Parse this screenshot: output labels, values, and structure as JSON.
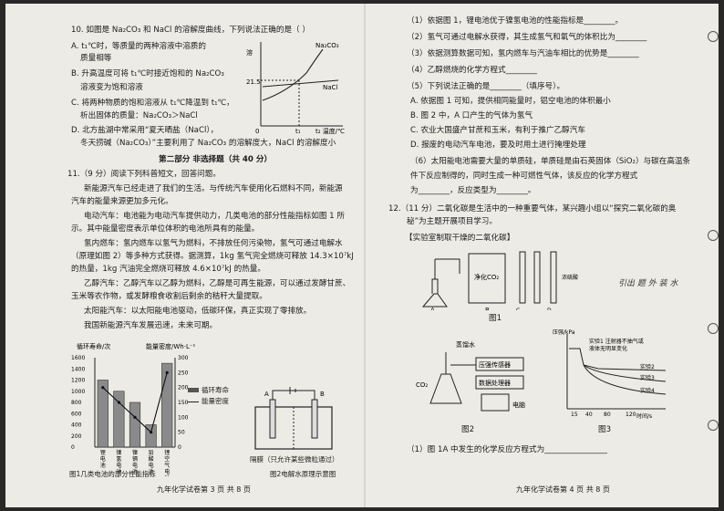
{
  "left": {
    "q10_stem": "10. 如图是 Na₂CO₃ 和 NaCl 的溶解度曲线，下列说法正确的是（   ）",
    "q10_a1": "A. t₁℃时，等质量的两种溶液中溶质的",
    "q10_a2": "质量相等",
    "q10_b1": "B. 升高温度可将 t₁℃时接近饱和的 Na₂CO₃",
    "q10_b2": "溶液变为饱和溶液",
    "q10_c1": "C. 将两种物质的饱和溶液从 t₁℃降温到 t₁℃，",
    "q10_c2": "析出固体的质量：Na₂CO₃＞NaCl",
    "q10_d1": "D. 北方盐湖中常采用“夏天晒盐（NaCl），",
    "q10_d2": "冬天捞碱（Na₂CO₃）”主要利用了 Na₂CO₃ 的溶解度大，NaCl 的溶解度小",
    "part2_title": "第二部分    非选择题（共 40 分）",
    "q11_stem": "11.（9 分）阅读下列科普短文，回答问题。",
    "p1": "新能源汽车已经走进了我们的生活。与传统汽车使用化石燃料不同，新能源",
    "p1b": "汽车的能量来源更加多元化。",
    "p2": "电动汽车：电池能为电动汽车提供动力，几类电池的部分性能指标如图 1 所",
    "p2b": "示。其中能量密度表示单位体积的电池所具有的能量。",
    "p3": "氢内燃车：氢内燃车以氢气为燃料，不排放任何污染物，氢气可通过电解水",
    "p3b": "（原理如图 2）等多种方式获得。据测算，1kg 氢气完全燃烧可释放 14.3×10⁷kJ",
    "p3c": "的热量，1kg 汽油完全燃烧可释放 4.6×10⁷kJ 的热量。",
    "p4": "乙醇汽车：乙醇汽车以乙醇为燃料，乙醇是可再生能源，可以通过发酵甘蔗、",
    "p4b": "玉米等农作物，或发酵粮食收割后剩余的秸秆大量提取。",
    "p5": "太阳能汽车：以太阳能电池驱动，低碳环保，真正实现了零排放。",
    "p6": "我国新能源汽车发展迅速，未来可期。",
    "fig1_ylabel_left": "循环寿命/次",
    "fig1_ylabel_right": "能量密度/Wh·L⁻¹",
    "fig1_legend_a": "循环寿命",
    "fig1_legend_b": "能量密度",
    "fig1_caption": "图1几类电池的部分性能指标",
    "fig2_label_membrane": "隔膜（只允许某些微粒通过）",
    "fig2_caption": "图2电解水原理示意图",
    "footer": "九年化学试卷第 3 页    共 8 页"
  },
  "chart_data": {
    "type": "bar",
    "categories": [
      "锂电池",
      "镍氢电池",
      "镍镉电池",
      "铅酸电池",
      "锂空气电池"
    ],
    "series": [
      {
        "name": "循环寿命",
        "values": [
          1200,
          1000,
          800,
          400,
          1500
        ]
      },
      {
        "name": "能量密度",
        "values": [
          200,
          150,
          100,
          50,
          250
        ]
      }
    ],
    "left_ticks": [
      "1600",
      "1400",
      "1200",
      "1000",
      "800",
      "600",
      "400",
      "200",
      "0"
    ],
    "right_ticks": [
      "300",
      "250",
      "200",
      "150",
      "100",
      "50",
      "0"
    ],
    "ylim_left": [
      0,
      1600
    ],
    "ylim_right": [
      0,
      300
    ]
  },
  "right": {
    "r1": "（1）依据图 1，锂电池优于镍氢电池的性能指标是________。",
    "r2": "（2）氢气可通过电解水获得，其生成氢气和氧气的体积比为________",
    "r3": "（3）依据测算数据可知，氢内燃车与汽油车相比的优势是________",
    "r4": "（4）乙醇燃烧的化学方程式________",
    "r5": "（5）下列说法正确的是________（填序号）。",
    "r5a": "A. 依据图 1 可知，提供相同能量时，铝空电池的体积最小",
    "r5b": "B. 图 2 中，A 口产生的气体为氢气",
    "r5c": "C. 农业大国盛产甘蔗和玉米，有利于推广乙醇汽车",
    "r5d": "D. 报废的电动汽车电池，要及时用土进行掩埋处理",
    "r6": "（6）太阳能电池需要大量的单质硅，单质硅是由石英固体（SiO₂）与碳在高温条",
    "r6b": "件下反应制得的，同时生成一种可燃性气体，该反应的化学方程式",
    "r6c": "为________，反应类型为________。",
    "q12_stem": "12.（11 分）二氧化碳是生活中的一种重要气体，某兴趣小组以“探究二氧化碳的奥",
    "q12_stem2": "秘”为主题开展项目学习。",
    "section1": "【实验室制取干燥的二氧化碳】",
    "fig_r1_caption": "图1",
    "fig_r1_box": "净化CO₂",
    "fig_r1_note": "浓硫酸",
    "handwriting": "引出 题 外 装 水",
    "fig_r2_caption": "图2",
    "fig_r3_caption": "图3",
    "fig_r2_label_water": "蒸馏水",
    "fig_r2_sensor": "压强传感器",
    "fig_r2_processor": "数据处理器",
    "fig_r2_computer": "电脑",
    "fig_r3_ylabel": "压强/kPa",
    "fig_r3_xlabel": "时间/s",
    "fig_r3_legend": "实验1 注射器不抽气或",
    "fig_r3_legend2": "液体无明显变化",
    "fig_r3_lines": [
      "实验2",
      "实验3",
      "实验4"
    ],
    "q_last": "（1）图 1A 中发生的化学反应方程式为________________",
    "footer": "九年化学试卷第 4 页    共 8 页"
  }
}
